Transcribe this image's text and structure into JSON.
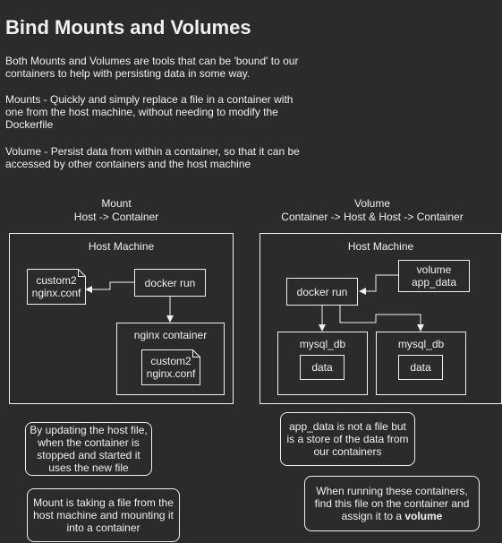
{
  "title": "Bind Mounts and Volumes",
  "intro": {
    "p1": "Both Mounts and Volumes are tools that can be 'bound' to our containers to help with persisting data in some way.",
    "p2": "Mounts - Quickly and simply replace a file in a container with one from the host machine, without needing to modify the Dockerfile",
    "p3": "Volume - Persist data from within a container, so that it can be accessed by other containers and the host machine"
  },
  "mount": {
    "heading": "Mount",
    "subheading": "Host -> Container",
    "host_label": "Host Machine",
    "file_label": "custom2 nginx.conf",
    "docker_run": "docker run",
    "container_label": "nginx container",
    "container_file_label": "custom2 nginx.conf"
  },
  "volume": {
    "heading": "Volume",
    "subheading": "Container -> Host & Host -> Container",
    "host_label": "Host Machine",
    "volume_label": "volume app_data",
    "docker_run": "docker run",
    "container_a": "mysql_db",
    "container_a_data": "data",
    "container_b": "mysql_db",
    "container_b_data": "data"
  },
  "notes": {
    "mount_note_1": "By updating the host file, when the container is stopped and started it uses the new file",
    "mount_note_2": "Mount is taking a file from the host machine and mounting it into a container",
    "volume_note_1": "app_data is not a file but is a store of the data from our containers",
    "volume_note_2_prefix": "When running these containers, find this file on the container and assign it to a ",
    "volume_note_2_bold": "volume"
  }
}
